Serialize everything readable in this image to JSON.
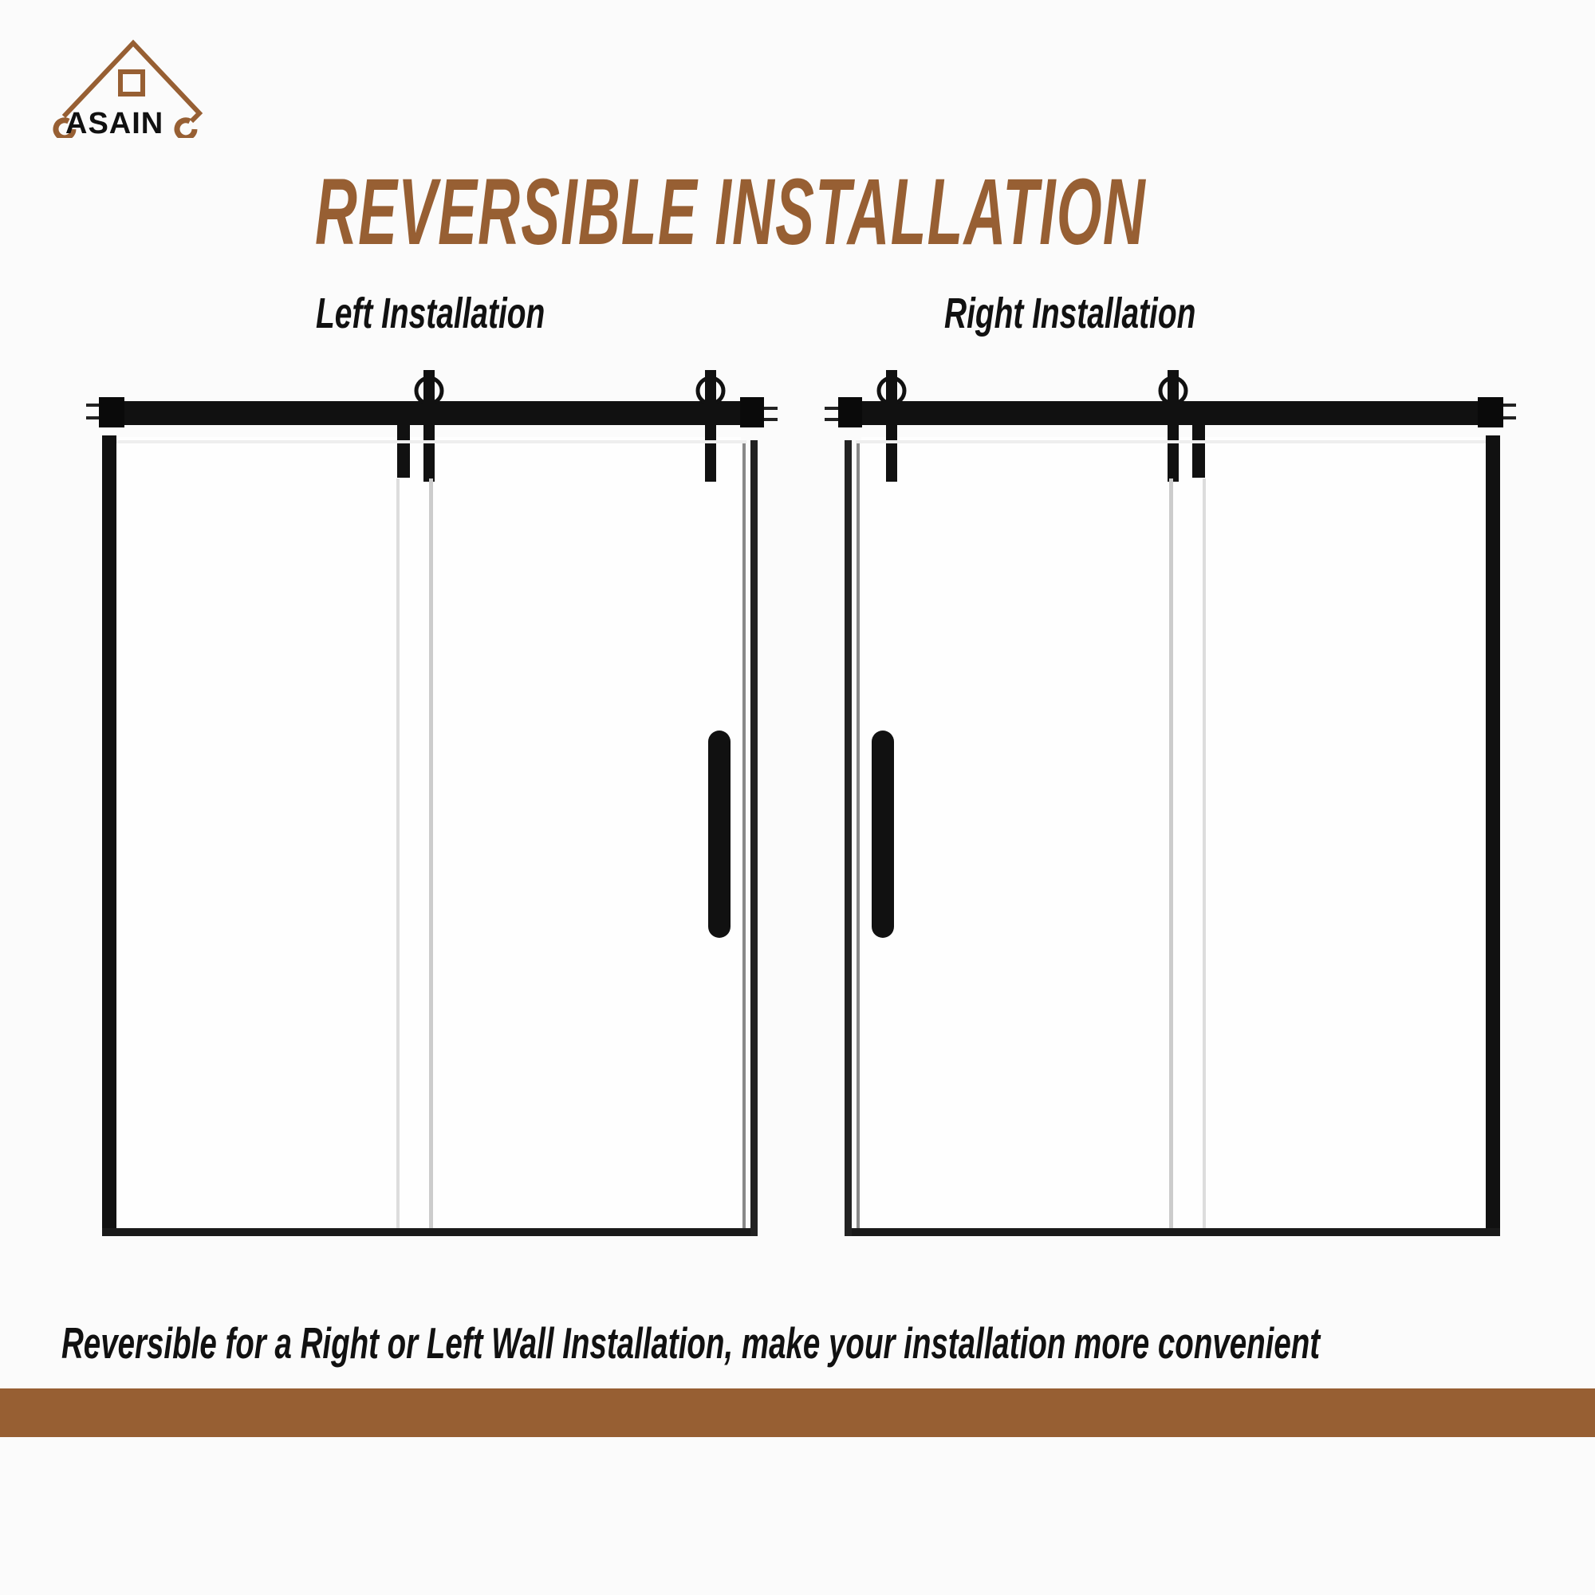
{
  "brand": {
    "logo_text": "ASAIN",
    "logo_wordmark": "CASAINC",
    "color": "#975f33"
  },
  "title": "REVERSIBLE INSTALLATION",
  "panels": [
    {
      "label": "Left Installation"
    },
    {
      "label": "Right Installation"
    }
  ],
  "caption": "Reversible for a Right or Left Wall Installation,   make your installation more convenient",
  "colors": {
    "accent": "#975f33",
    "frame": "#111111",
    "background": "#fbfbfb"
  }
}
